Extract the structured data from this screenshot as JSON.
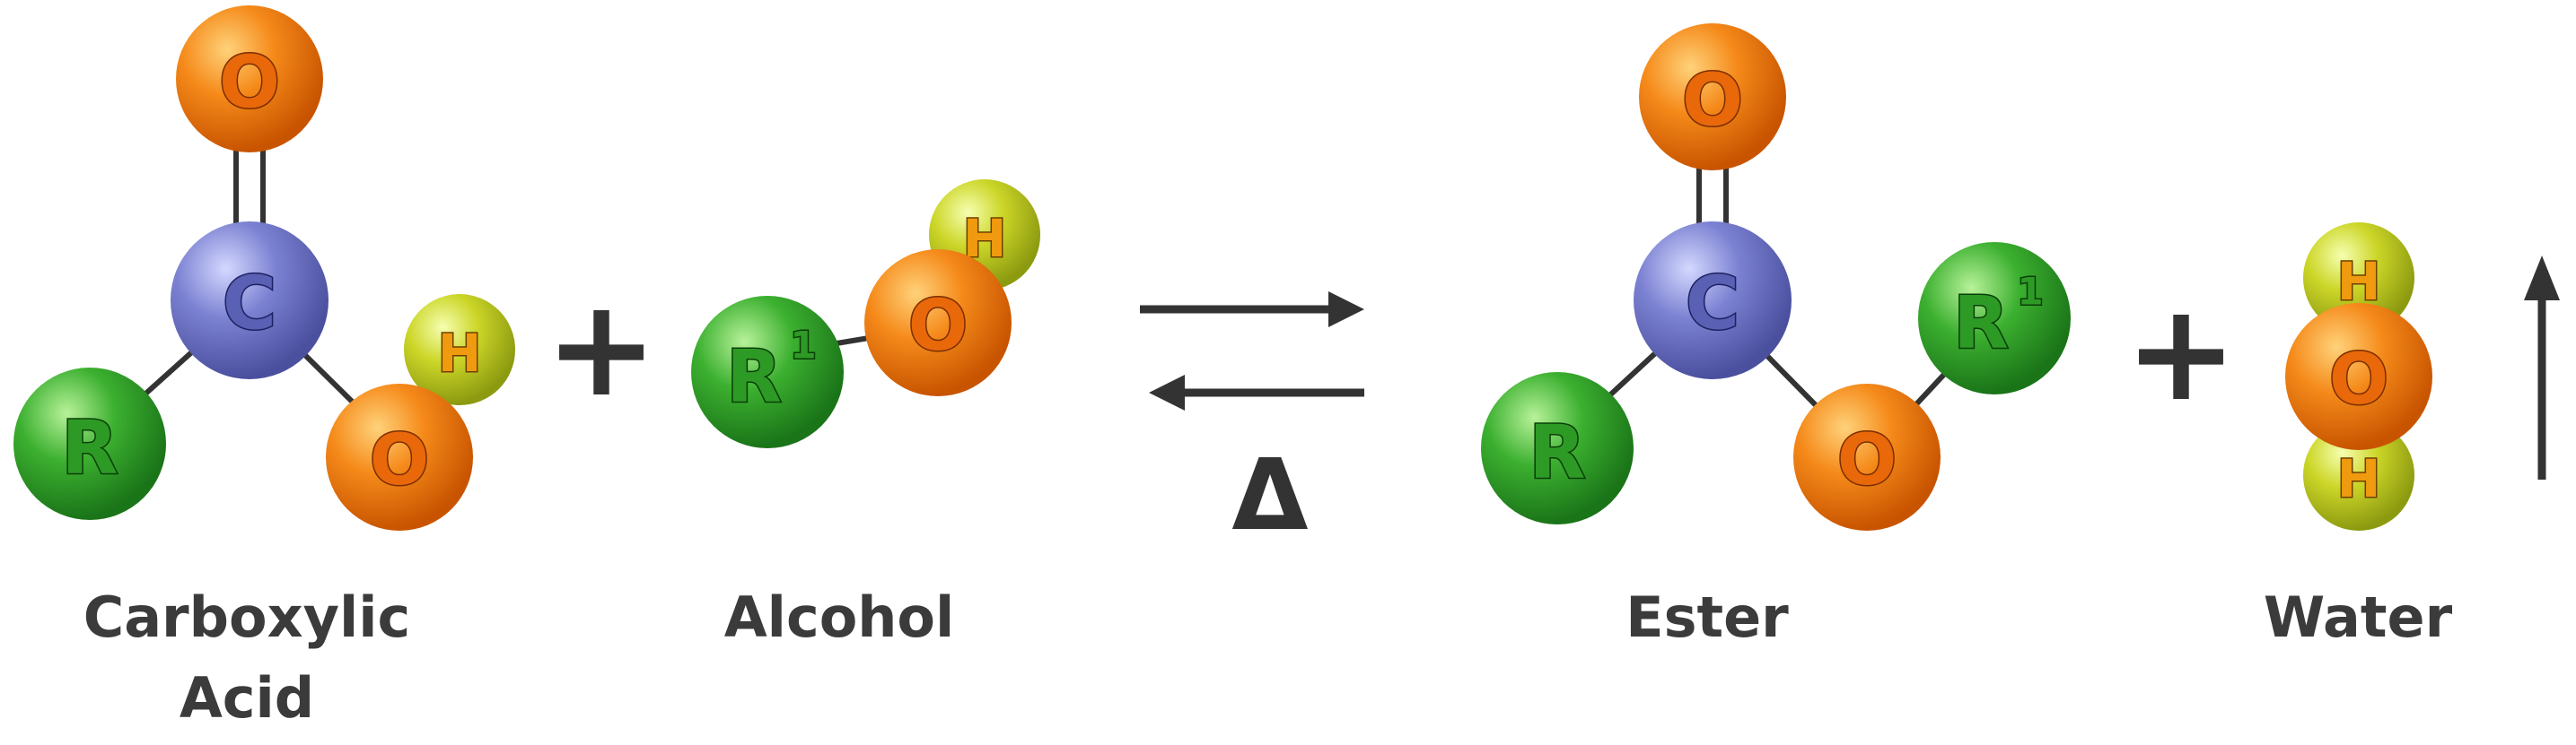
{
  "colors": {
    "oxygen": "#f07a10",
    "carbon": "#7076c8",
    "hydrogen": "#c8d21e",
    "rgroup": "#2fa02a",
    "bond": "#333333",
    "text": "#3b3b3b"
  },
  "reactants": {
    "carboxylic_acid": {
      "name_line1": "Carboxylic",
      "name_line2": "Acid",
      "atom_o_top": "O",
      "atom_c": "C",
      "atom_r": "R",
      "atom_o_right": "O",
      "atom_h": "H"
    },
    "plus_1": "+",
    "alcohol": {
      "name": "Alcohol",
      "atom_r1": "R",
      "atom_r1_sup": "1",
      "atom_o": "O",
      "atom_h": "H"
    }
  },
  "equilibrium": {
    "heat_symbol": "Δ"
  },
  "products": {
    "ester": {
      "name": "Ester",
      "atom_o_top": "O",
      "atom_c": "C",
      "atom_r": "R",
      "atom_o_bottom": "O",
      "atom_r1": "R",
      "atom_r1_sup": "1"
    },
    "plus_2": "+",
    "water": {
      "name": "Water",
      "atom_h_top": "H",
      "atom_o": "O",
      "atom_h_bottom": "H"
    }
  },
  "icons": {
    "forward_arrow": "arrow-right-icon",
    "reverse_arrow": "arrow-left-icon",
    "gas_arrow": "arrow-up-icon"
  }
}
